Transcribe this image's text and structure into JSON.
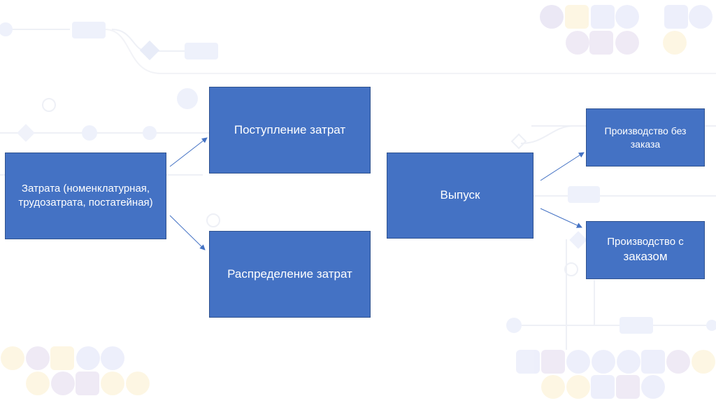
{
  "colors": {
    "box_fill": "#4472c4",
    "box_border": "#2f528f",
    "arrow": "#4472c4",
    "text": "#ffffff"
  },
  "nodes": {
    "cost_line1": "Затрата (номенклатурная,",
    "cost_line2": "трудозатрата, постатейная)",
    "inflow": "Поступление затрат",
    "distribution": "Распределение затрат",
    "output": "Выпуск",
    "nonorder_line1": "Производство без",
    "nonorder_line2": "заказа",
    "order_line1": "Производство с",
    "order_line2": "заказом"
  }
}
